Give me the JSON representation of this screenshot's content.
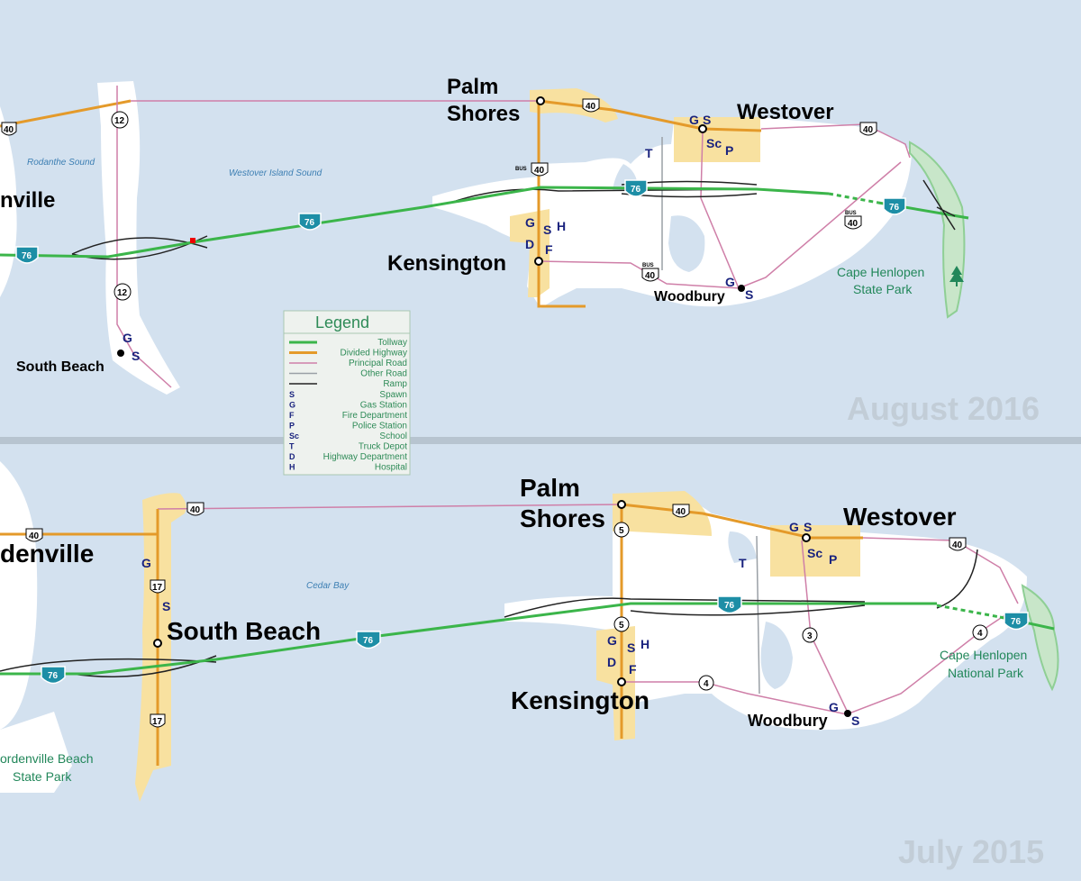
{
  "editions": {
    "top": "August 2016",
    "bottom": "July 2015"
  },
  "top_map": {
    "cities": {
      "palm_shores_1": "Palm",
      "palm_shores_2": "Shores",
      "westover": "Westover",
      "kensington": "Kensington",
      "woodbury": "Woodbury",
      "south_beach": "South Beach",
      "cut_left": "nville"
    },
    "water": {
      "rodanthe": "Rodanthe Sound",
      "westover_sound": "Westover Island Sound"
    },
    "park": {
      "line1": "Cape Henlopen",
      "line2": "State Park"
    },
    "routes": {
      "us40": "40",
      "r12": "12",
      "i76": "76",
      "bus": "BUS"
    }
  },
  "bottom_map": {
    "cities": {
      "palm_shores_1": "Palm",
      "palm_shores_2": "Shores",
      "westover": "Westover",
      "kensington": "Kensington",
      "woodbury": "Woodbury",
      "south_beach": "South Beach",
      "cut_left": "denville"
    },
    "water": {
      "cedar_bay": "Cedar Bay"
    },
    "park_right": {
      "line1": "Cape Henlopen",
      "line2": "National Park"
    },
    "park_left": {
      "line1": "ordenville Beach",
      "line2": "State Park"
    },
    "routes": {
      "us40": "40",
      "r17": "17",
      "r5": "5",
      "r3": "3",
      "r4": "4",
      "i76": "76"
    }
  },
  "poi_letters": {
    "gas": "G",
    "spawn": "S",
    "hospital": "H",
    "fire": "F",
    "police": "P",
    "school": "Sc",
    "truck": "T",
    "highway_dept": "D"
  },
  "legend": {
    "title": "Legend",
    "lines": [
      {
        "label": "Tollway",
        "color": "#3bb54a"
      },
      {
        "label": "Divided Highway",
        "color": "#e49a2a"
      },
      {
        "label": "Principal Road",
        "color": "#cf7fa8"
      },
      {
        "label": "Other Road",
        "color": "#9aa0a6"
      },
      {
        "label": "Ramp",
        "color": "#222222"
      }
    ],
    "symbols": [
      {
        "sym": "S",
        "label": "Spawn"
      },
      {
        "sym": "G",
        "label": "Gas Station"
      },
      {
        "sym": "F",
        "label": "Fire Department"
      },
      {
        "sym": "P",
        "label": "Police Station"
      },
      {
        "sym": "Sc",
        "label": "School"
      },
      {
        "sym": "T",
        "label": "Truck Depot"
      },
      {
        "sym": "D",
        "label": "Highway Department"
      },
      {
        "sym": "H",
        "label": "Hospital"
      }
    ]
  },
  "colors": {
    "water": "#d3e1ef",
    "land": "#ffffff",
    "town": "#f8e1a0",
    "park": "#c8e6c9",
    "tollway": "#3bb54a",
    "divided": "#e49a2a",
    "principal": "#cf7fa8",
    "other": "#9aa0a6",
    "ramp": "#222222",
    "interstate": "#1d8ea6"
  }
}
